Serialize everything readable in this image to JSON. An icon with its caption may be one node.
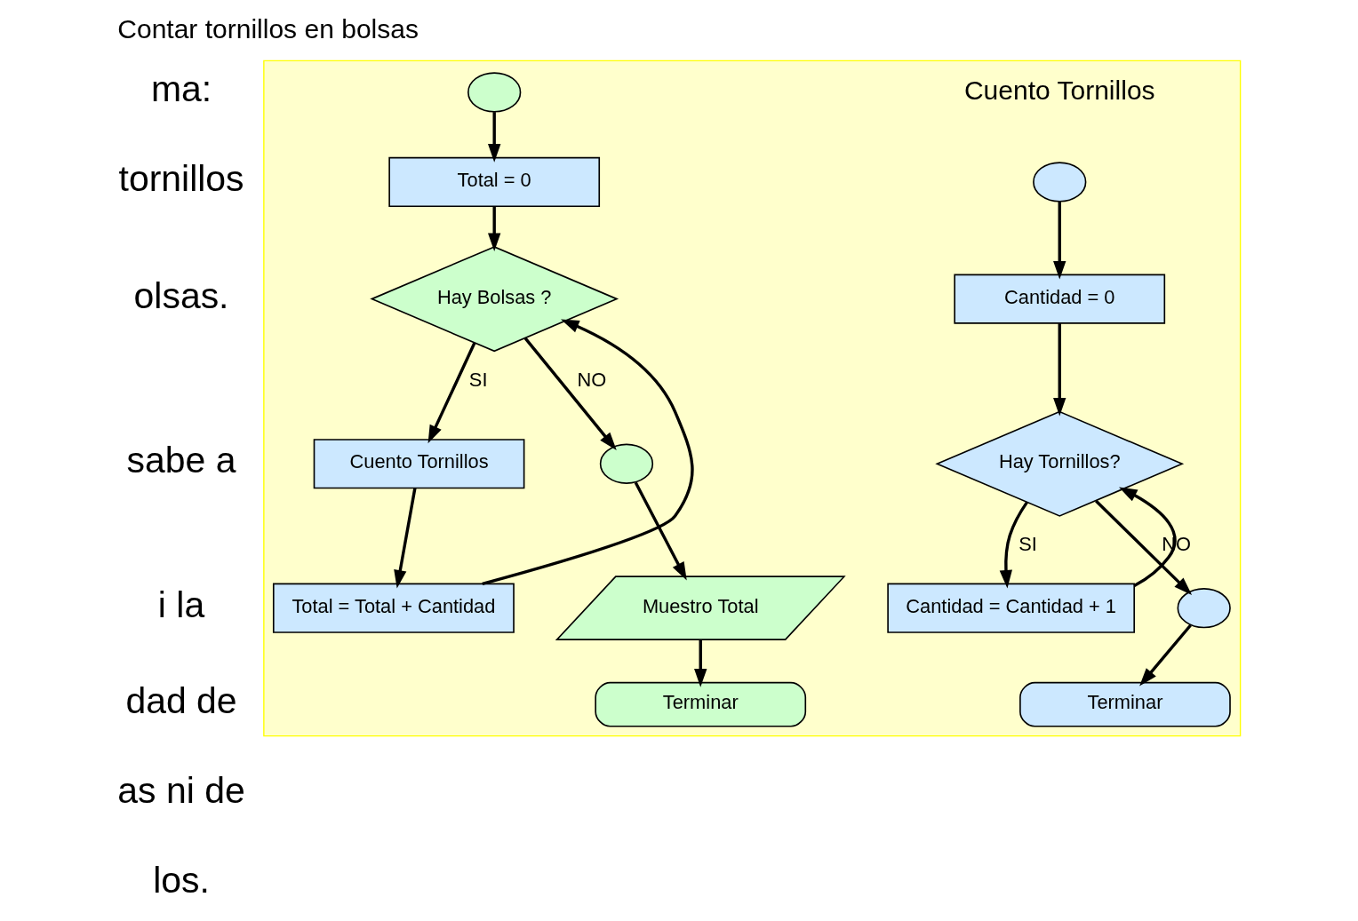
{
  "diagram": {
    "title": "Contar tornillos en bolsas",
    "nodes": [
      {
        "text": [],
        "shape": "box"
      },
      {
        "text": [],
        "shape": "circle",
        "in": 0
      },
      {
        "text": [
          "Total = 0"
        ],
        "in": 0
      },
      {
        "text": [
          "Hay Bolsas ?"
        ],
        "in": 0
      },
      {
        "text": [
          "Cuento Tornillos"
        ],
        "in": 0
      },
      {
        "text": [
          "Total = Total + Cantidad"
        ],
        "in": 0
      },
      {
        "text": [],
        "shape": "circle",
        "in": 0
      },
      {
        "text": [
          "Muestro Total"
        ],
        "in": 0
      },
      {
        "text": [
          "Terminar"
        ],
        "in": 0
      },
      {
        "text": [],
        "shape": "circle",
        "in": 0
      },
      {
        "text": [
          "Cantidad = 0"
        ],
        "in": 0
      },
      {
        "text": [
          "Hay Tornillos?"
        ],
        "in": 0
      },
      {
        "text": [
          "Cantidad = Cantidad + 1"
        ],
        "in": 0
      },
      {
        "text": [],
        "shape": "circle",
        "in": 0
      },
      {
        "text": [
          "Terminar"
        ],
        "in": 0
      }
    ],
    "edges": [
      {
        "from": 1,
        "to": 2,
        "arrow": "to"
      },
      {
        "from": 2,
        "to": 3,
        "arrow": "to"
      },
      {
        "from": 3,
        "to": 4,
        "arrow": "to",
        "label": "SI"
      },
      {
        "from": 4,
        "to": 5,
        "arrow": "to"
      },
      {
        "from": 5,
        "to": 3,
        "arrow": "to"
      },
      {
        "from": 3,
        "to": 6,
        "arrow": "to",
        "label": "NO"
      },
      {
        "from": 6,
        "to": 7,
        "arrow": "to"
      },
      {
        "from": 7,
        "to": 8,
        "arrow": "to"
      },
      {
        "from": 9,
        "to": 10,
        "arrow": "to"
      },
      {
        "from": 10,
        "to": 11,
        "arrow": "to"
      },
      {
        "from": 11,
        "to": 12,
        "arrow": "to",
        "label": "SI"
      },
      {
        "from": 12,
        "to": 11,
        "arrow": "to"
      },
      {
        "from": 11,
        "to": 13,
        "arrow": "to",
        "label": "NO"
      },
      {
        "from": 13,
        "to": 14,
        "arrow": "to"
      }
    ],
    "labels": [
      "Cuento Tornillos",
      "ma:",
      "tornillos",
      "olsas.",
      "sabe a",
      "i la",
      "dad de",
      "as ni de",
      "los."
    ]
  }
}
